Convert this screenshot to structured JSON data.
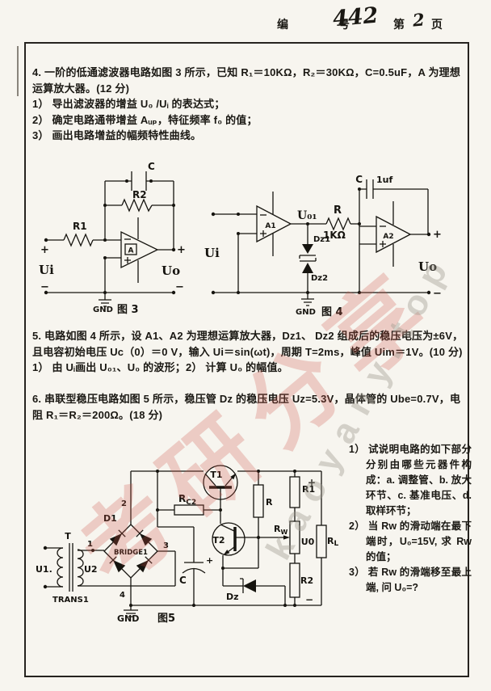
{
  "header": {
    "no_label": "编　号",
    "no_value": "442",
    "page_label_pre": "第",
    "page_value": "2",
    "page_label_post": "页"
  },
  "q4": {
    "p1": "4. 一阶的低通滤波器电路如图 3 所示，已知 R₁＝10KΩ，R₂＝30KΩ，C=0.5uF，A 为理想运算放大器。(12 分)",
    "items": [
      "1） 导出滤波器的增益 U₀ /Uᵢ 的表达式；",
      "2） 确定电路通带增益 Aᵤₚ，特征频率 f₀ 的值；",
      "3） 画出电路增益的幅频特性曲线。"
    ]
  },
  "q5": {
    "p1": "5. 电路如图 4 所示，设 A1、A2 为理想运算放大器，Dz1、 Dz2 组成后的稳压电压为±6V，且电容初始电压 Uc（0）＝0 V，输入 Ui＝sin(ωt)，周期 T=2ms，峰值 Uim＝1V。(10 分)",
    "p2": "1） 由 Uᵢ画出 U₀₁、U₀ 的波形；2） 计算 U₀ 的幅值。"
  },
  "q6": {
    "p1": "6. 串联型稳压电路如图 5 所示，稳压管 Dz 的稳压电压 Uz=5.3V，晶体管的 Ube=0.7V，电阻 R₁＝R₂＝200Ω。(18 分)",
    "items": [
      "1） 试说明电路的如下部分分别由哪些元器件构成：a. 调整管、b. 放大环节、c. 基准电压、d. 取样环节；",
      "2） 当 Rw 的滑动端在最下端时，U₀=15V, 求 Rw 的值；",
      "3） 若 Rw 的滑端移至最上端, 问 U₀=?"
    ]
  },
  "fig3": {
    "c": "C",
    "r2": "R2",
    "r1": "R1",
    "a": "A",
    "minus": "−",
    "plus": "+",
    "ui": "Ui",
    "uo": "Uo",
    "in_plus": "+",
    "in_minus": "−",
    "out_plus": "+",
    "out_minus": "−",
    "gnd": "GND",
    "caption": "图 3"
  },
  "fig4": {
    "c": "C",
    "c_val": "1uf",
    "uo1": "U₀₁",
    "r": "R",
    "r_val": "1KΩ",
    "a1": "A1",
    "a2": "A2",
    "dz1": "Dz1",
    "dz2": "Dz2",
    "minus": "−",
    "plus": "+",
    "ui": "Ui",
    "uo": "Uo",
    "out_plus": "+",
    "out_minus": "−",
    "gnd": "GND",
    "caption": "图 4"
  },
  "fig5": {
    "t": "T",
    "u1": "U1.",
    "u2": "U2",
    "trans1": "TRANS1",
    "d1": "D1",
    "bridge": "BRIDGE1",
    "n1": "1",
    "n2": "2",
    "n3": "3",
    "n4": "4",
    "c": "C",
    "c_plus": "+",
    "rc2_main": "R",
    "rc2_sub": "C2",
    "t1": "T1",
    "t2": "T2",
    "r": "R",
    "r1": "R1",
    "rw_main": "R",
    "rw_sub": "W",
    "r2": "R2",
    "rl_main": "R",
    "rl_sub": "L",
    "u0": "U0",
    "dz": "Dz",
    "out_plus": "+",
    "out_minus": "−",
    "gnd": "GND",
    "caption": "图5"
  },
  "watermark": {
    "red": "考研分享",
    "gray": "kaoyany.top"
  }
}
